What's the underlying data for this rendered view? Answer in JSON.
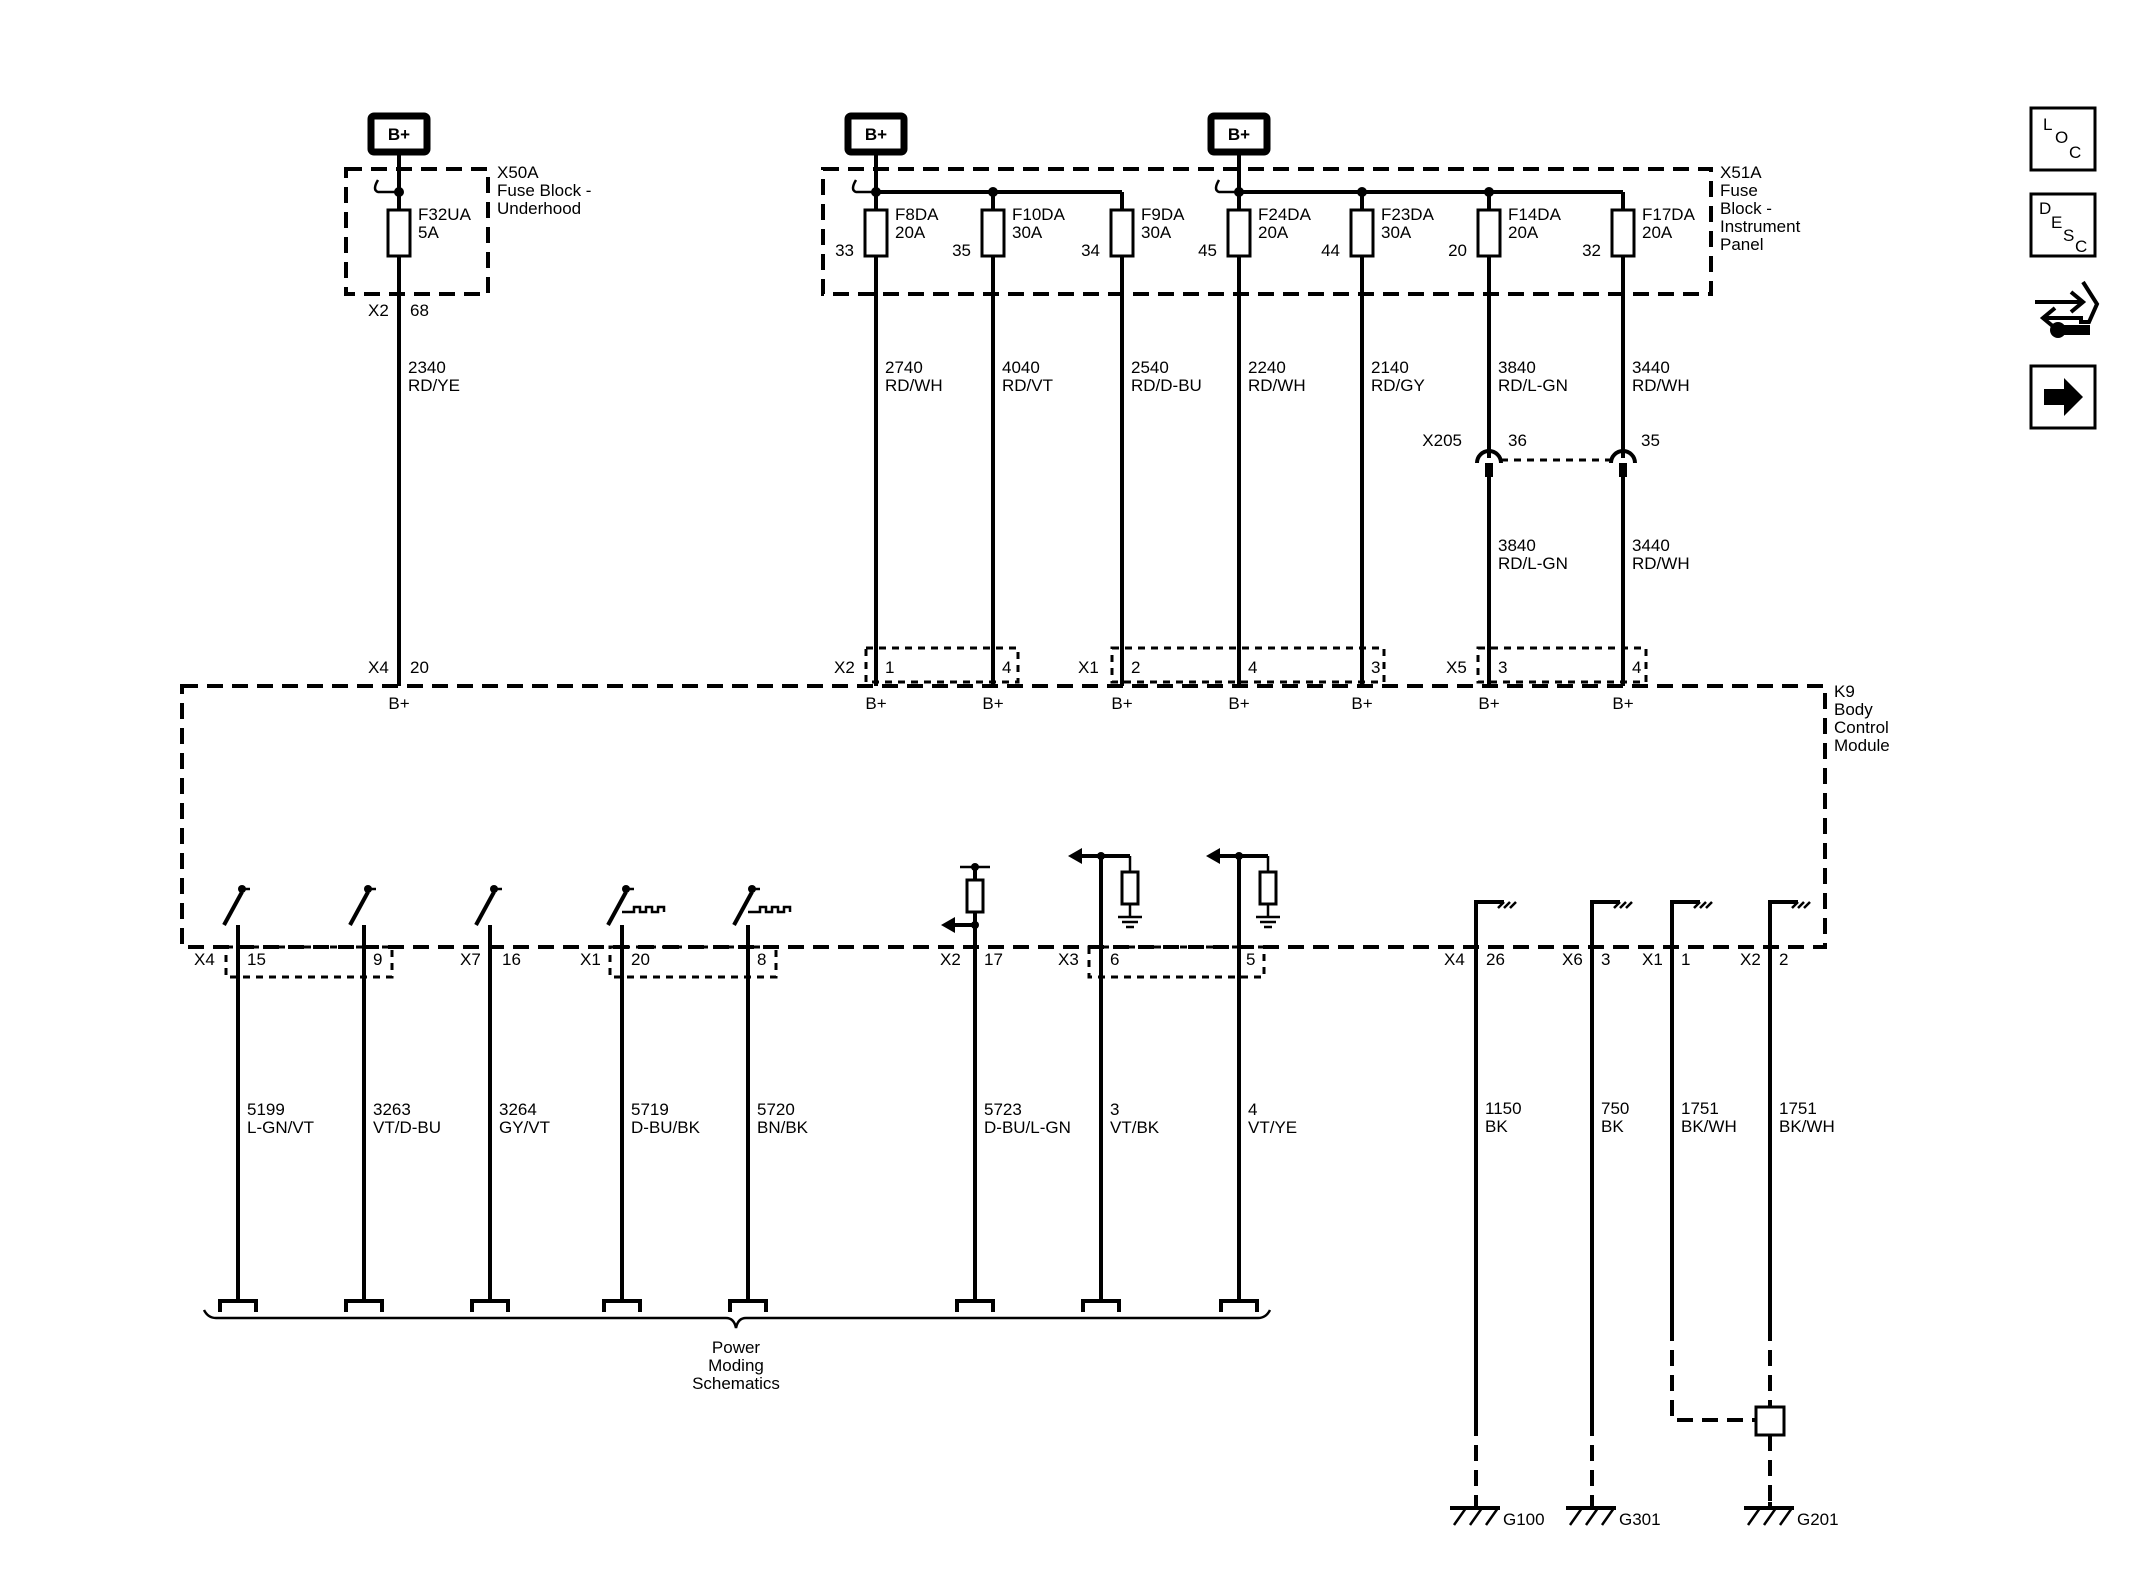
{
  "power_source_label": "B+",
  "fuse_block_underhood": {
    "id": "X50A",
    "name": [
      "Fuse Block -",
      "Underhood"
    ]
  },
  "fuse_block_ip": {
    "id": "X51A",
    "name": [
      "Fuse",
      "Block -",
      "Instrument",
      "Panel"
    ]
  },
  "module": {
    "id": "K9",
    "name": [
      "Body",
      "Control",
      "Module"
    ]
  },
  "fuses": [
    {
      "name": "F32UA",
      "rating": "5A"
    },
    {
      "name": "F8DA",
      "rating": "20A",
      "pin": "33"
    },
    {
      "name": "F10DA",
      "rating": "30A",
      "pin": "35"
    },
    {
      "name": "F9DA",
      "rating": "30A",
      "pin": "34"
    },
    {
      "name": "F24DA",
      "rating": "20A",
      "pin": "45"
    },
    {
      "name": "F23DA",
      "rating": "30A",
      "pin": "44"
    },
    {
      "name": "F14DA",
      "rating": "20A",
      "pin": "20"
    },
    {
      "name": "F17DA",
      "rating": "20A",
      "pin": "32"
    }
  ],
  "underhood_connector": {
    "conn": "X2",
    "pin": "68"
  },
  "upper_wires": [
    {
      "circuit": "2340",
      "color": "RD/YE"
    },
    {
      "circuit": "2740",
      "color": "RD/WH"
    },
    {
      "circuit": "4040",
      "color": "RD/VT"
    },
    {
      "circuit": "2540",
      "color": "RD/D-BU"
    },
    {
      "circuit": "2240",
      "color": "RD/WH"
    },
    {
      "circuit": "2140",
      "color": "RD/GY"
    },
    {
      "circuit": "3840",
      "color": "RD/L-GN"
    },
    {
      "circuit": "3440",
      "color": "RD/WH"
    }
  ],
  "inline_connector": {
    "id": "X205",
    "pins": [
      "36",
      "35"
    ]
  },
  "after_inline_wires": [
    {
      "circuit": "3840",
      "color": "RD/L-GN"
    },
    {
      "circuit": "3440",
      "color": "RD/WH"
    }
  ],
  "module_input_connectors": [
    {
      "conn": "X4",
      "pins": [
        "20"
      ]
    },
    {
      "conn": "X2",
      "pins": [
        "1",
        "4"
      ]
    },
    {
      "conn": "X1",
      "pins": [
        "2",
        "4",
        "3"
      ]
    },
    {
      "conn": "X5",
      "pins": [
        "3",
        "4"
      ]
    }
  ],
  "lower_connectors": [
    {
      "conn": "X4",
      "pins": [
        "15",
        "9"
      ]
    },
    {
      "conn": "X7",
      "pins": [
        "16"
      ]
    },
    {
      "conn": "X1",
      "pins": [
        "20",
        "8"
      ]
    },
    {
      "conn": "X2",
      "pins": [
        "17"
      ]
    },
    {
      "conn": "X3",
      "pins": [
        "6",
        "5"
      ]
    },
    {
      "conn": "X4",
      "pins": [
        "26"
      ]
    },
    {
      "conn": "X6",
      "pins": [
        "3"
      ]
    },
    {
      "conn": "X1",
      "pins": [
        "1"
      ]
    },
    {
      "conn": "X2",
      "pins": [
        "2"
      ]
    }
  ],
  "lower_wires": [
    {
      "circuit": "5199",
      "color": "L-GN/VT"
    },
    {
      "circuit": "3263",
      "color": "VT/D-BU"
    },
    {
      "circuit": "3264",
      "color": "GY/VT"
    },
    {
      "circuit": "5719",
      "color": "D-BU/BK"
    },
    {
      "circuit": "5720",
      "color": "BN/BK"
    },
    {
      "circuit": "5723",
      "color": "D-BU/L-GN"
    },
    {
      "circuit": "3",
      "color": "VT/BK"
    },
    {
      "circuit": "4",
      "color": "VT/YE"
    },
    {
      "circuit": "1150",
      "color": "BK"
    },
    {
      "circuit": "750",
      "color": "BK"
    },
    {
      "circuit": "1751",
      "color": "BK/WH"
    },
    {
      "circuit": "1751",
      "color": "BK/WH"
    }
  ],
  "power_moding_label": [
    "Power",
    "Moding",
    "Schematics"
  ],
  "grounds": [
    "G100",
    "G301",
    "G201"
  ],
  "nav": {
    "loc": [
      "L",
      "O",
      "C"
    ],
    "desc": [
      "D",
      "E",
      "S",
      "C"
    ]
  }
}
